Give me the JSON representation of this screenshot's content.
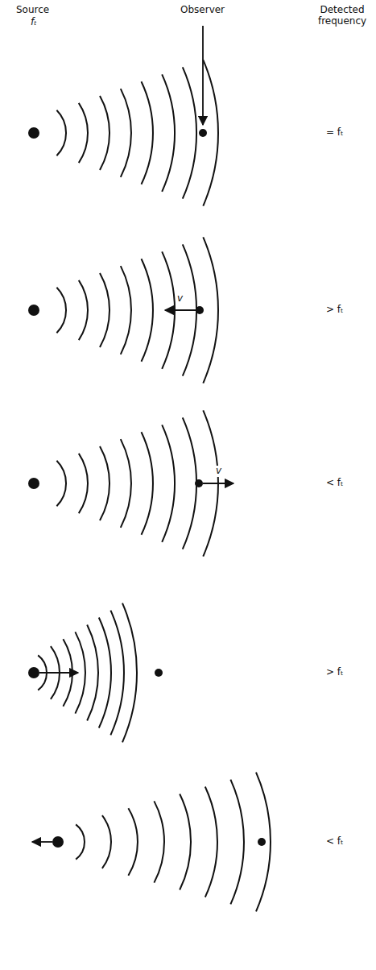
{
  "diagram": {
    "labels": [
      "Source",
      "fₜ",
      "Observer",
      "Detected frequency",
      "= fₜ",
      "v",
      "> fₜ",
      "v",
      "< fₜ",
      "> fₜ",
      "< fₜ"
    ]
  }
}
